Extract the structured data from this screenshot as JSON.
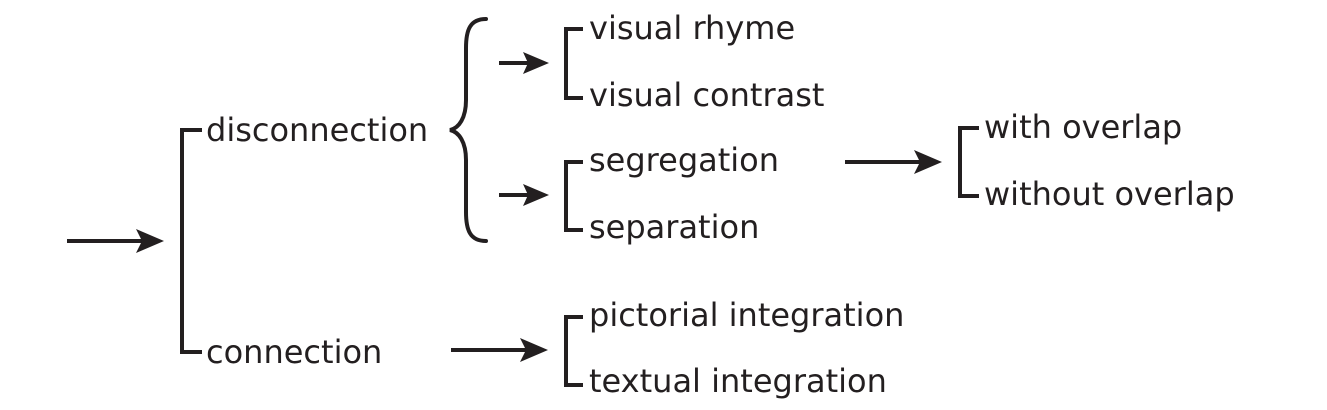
{
  "nodes": {
    "disconnection": "disconnection",
    "connection": "connection",
    "visual_rhyme": "visual rhyme",
    "visual_contrast": "visual contrast",
    "segregation": "segregation",
    "separation": "separation",
    "with_overlap": "with overlap",
    "without_overlap": "without overlap",
    "pictorial_integration": "pictorial integration",
    "textual_integration": "textual integration"
  },
  "colors": {
    "ink": "#231f20",
    "background": "#ffffff"
  }
}
